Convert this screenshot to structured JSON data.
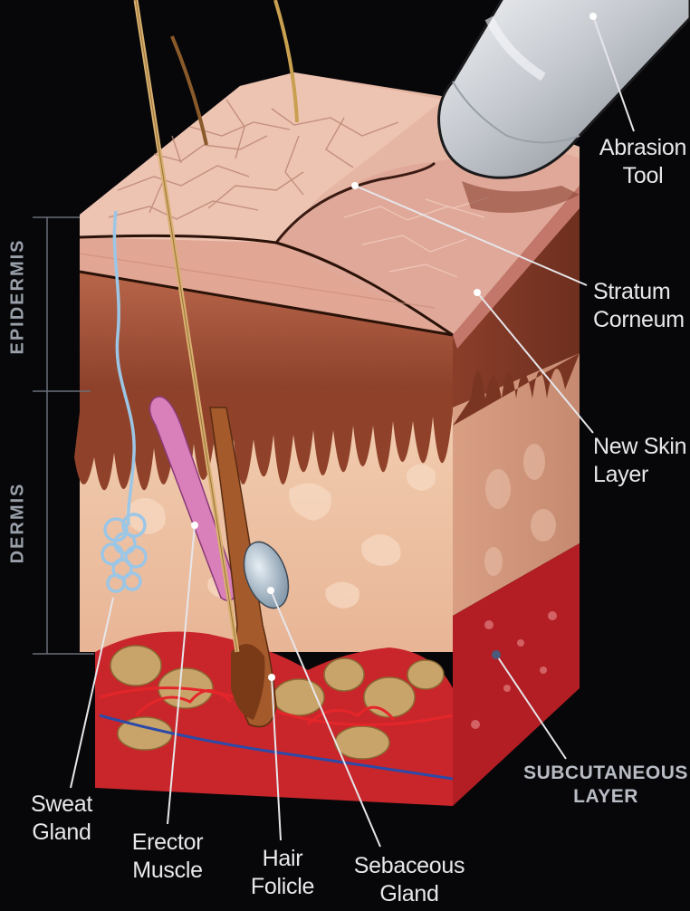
{
  "diagram": {
    "layers": {
      "epidermis": "EPIDERMIS",
      "dermis": "DERMIS",
      "subcutaneous": [
        "SUBCUTANEOUS",
        "LAYER"
      ]
    },
    "labels": {
      "abrasion_tool": [
        "Abrasion",
        "Tool"
      ],
      "stratum_corneum": [
        "Stratum",
        "Corneum"
      ],
      "new_skin_layer": [
        "New Skin",
        "Layer"
      ],
      "sweat_gland": [
        "Sweat",
        "Gland"
      ],
      "erector_muscle": [
        "Erector",
        "Muscle"
      ],
      "hair_follicle": [
        "Hair",
        "Folicle"
      ],
      "sebaceous_gland": [
        "Sebaceous",
        "Gland"
      ]
    },
    "colors": {
      "background": "#070709",
      "skin_surface": "#e8b9a8",
      "epidermis": "#9a4f34",
      "dermis": "#efc6a4",
      "subcutaneous": "#c8262b",
      "fat_lobules": "#c9a46a",
      "tool": "#cfd3d8"
    }
  }
}
